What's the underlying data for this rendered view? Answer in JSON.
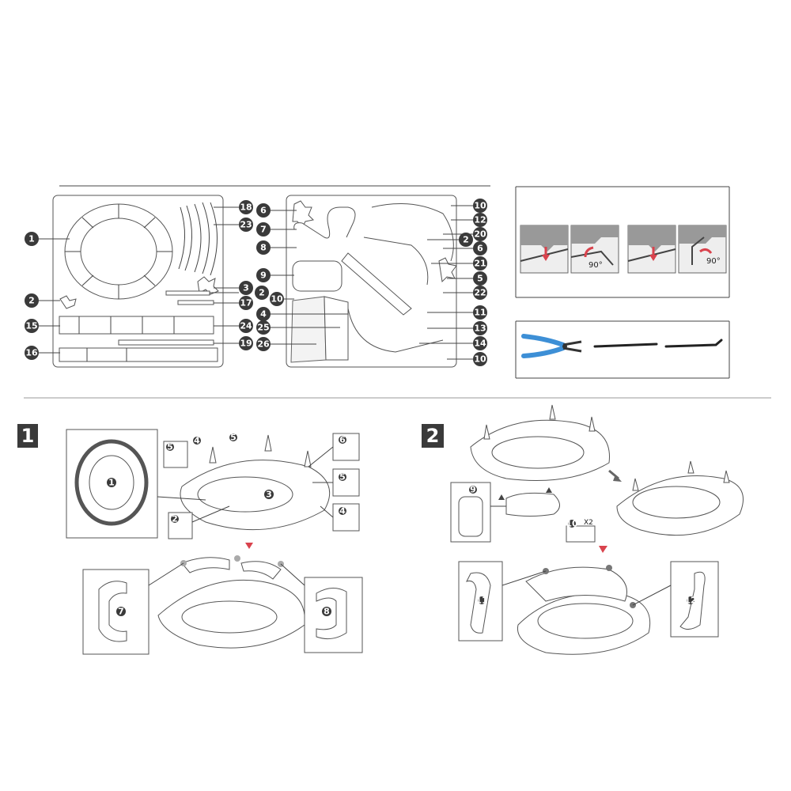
{
  "sheet_left": {
    "labels": [
      "1",
      "2",
      "15",
      "16",
      "18",
      "23",
      "3",
      "2",
      "17",
      "24",
      "19"
    ]
  },
  "sheet_right": {
    "labels_left": [
      "6",
      "7",
      "8",
      "9",
      "10",
      "4",
      "25",
      "26"
    ],
    "labels_right": [
      "10",
      "12",
      "20",
      "2",
      "6",
      "21",
      "5",
      "22",
      "11",
      "13",
      "14",
      "10"
    ]
  },
  "tools": {
    "bend_steps": [
      {
        "angle": ""
      },
      {
        "angle": "90°"
      },
      {
        "angle": ""
      },
      {
        "angle": "90°"
      }
    ]
  },
  "steps": [
    {
      "number": "1"
    },
    {
      "number": "2"
    }
  ],
  "step1": {
    "callouts": [
      "5",
      "1",
      "5",
      "6",
      "5",
      "4",
      "4",
      "3",
      "2",
      "7",
      "8"
    ]
  },
  "step2": {
    "callouts": [
      "9",
      "10",
      "11",
      "12"
    ],
    "quantity": "X2"
  },
  "colors": {
    "badge": "#3a3a3a",
    "accent_arrow": "#d9434d",
    "pliers_handle": "#3d8fd6",
    "gray_arrow": "#666666"
  },
  "icons": [
    "pliers-icon",
    "tweezers-icon",
    "tweezers-bent-icon",
    "bend-arrow-icon"
  ]
}
